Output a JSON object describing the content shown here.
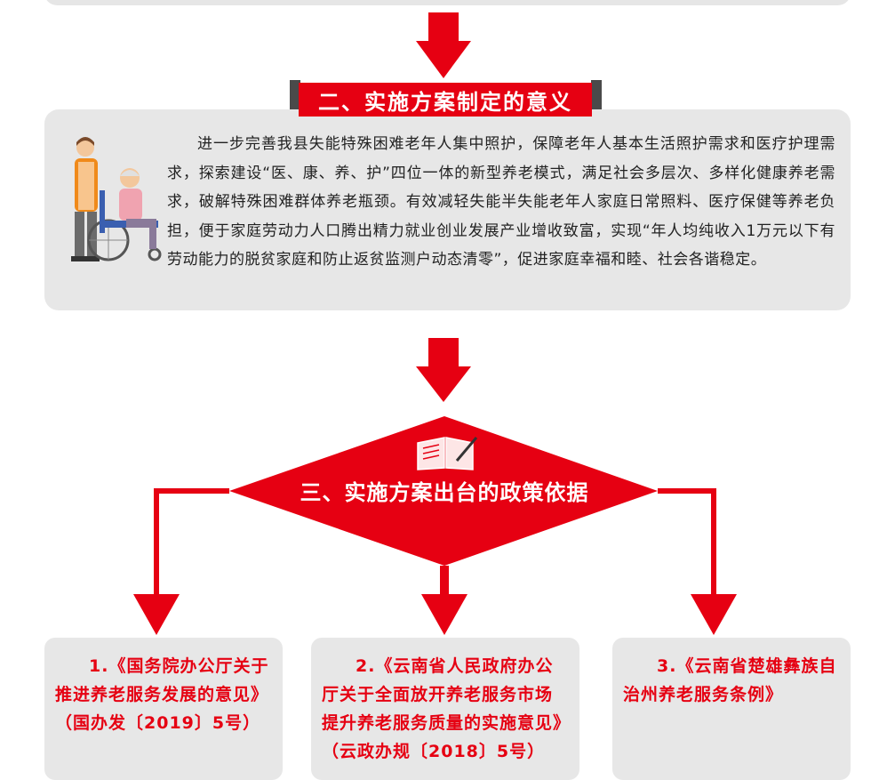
{
  "section2": {
    "title": "二、实施方案制定的意义",
    "body": "进一步完善我县失能特殊困难老年人集中照护，保障老年人基本生活照护需求和医疗护理需求，探索建设“医、康、养、护”四位一体的新型养老模式，满足社会多层次、多样化健康养老需求，破解特殊困难群体养老瓶颈。有效减轻失能半失能老年人家庭日常照料、医疗保健等养老负担，便于家庭劳动力人口腾出精力就业创业发展产业增收致富，实现“年人均纯收入1万元以下有劳动能力的脱贫家庭和防止返贫监测户动态清零”，促进家庭幸福和睦、社会各谐稳定。"
  },
  "section3": {
    "title": "三、实施方案出台的政策依据",
    "policies": [
      "1.《国务院办公厅关于推进养老服务发展的意见》（国办发〔2019〕5号）",
      "2.《云南省人民政府办公厅关于全面放开养老服务市场提升养老服务质量的实施意见》（云政办规〔2018〕5号）",
      "3.《云南省楚雄彝族自治州养老服务条例》"
    ]
  },
  "colors": {
    "accent": "#e60012",
    "panel": "#e7e7e7",
    "text": "#222222"
  }
}
